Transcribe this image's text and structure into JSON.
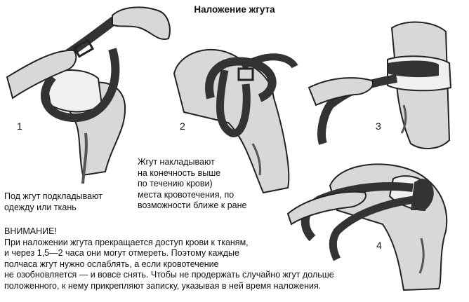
{
  "title": "Наложение жгута",
  "steps": [
    "1",
    "2",
    "3",
    "4"
  ],
  "caption1": [
    "Под жгут подкладывают",
    "одежду или ткань"
  ],
  "caption2": [
    "Жгут накладывают",
    "на конечность выше",
    "по течению крови)",
    "места кровотечения, по",
    "возможности ближе к ране"
  ],
  "warning": {
    "heading": "ВНИМАНИЕ!",
    "lines": [
      "При наложении жгута прекращается доступ крови к тканям,",
      "и через 1,5—2 часа они могут отмереть. Поэтому каждые",
      "полчаса жгут нужно ослаблять, а если кровотечение",
      "не озобновляется — и вовсе снять. Чтобы не продержать случайно жгут дольше",
      "положенного, к нему прикрепляют записку, указывая в ней время наложения."
    ]
  },
  "colors": {
    "limb": "#d8d8d8",
    "limb_shadow": "#b4b4b4",
    "cloth": "#f0f0f0",
    "belt": "#333333",
    "blood": "#555555"
  }
}
